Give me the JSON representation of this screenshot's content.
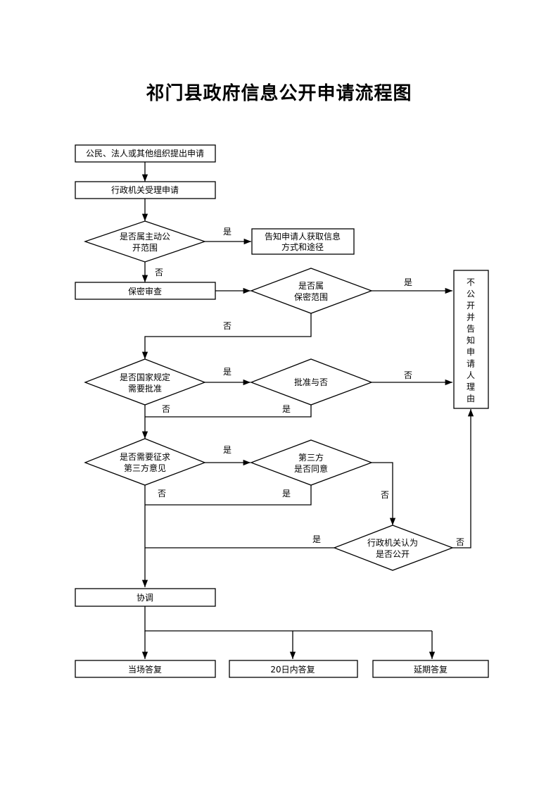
{
  "title": "祁门县政府信息公开申请流程图",
  "nodes": {
    "submit": "公民、法人或其他组织提出申请",
    "accept": "行政机关受理申请",
    "active_disclosure": [
      "是否属主动公",
      "开范围"
    ],
    "inform_channel": [
      "告知申请人获取信息",
      "方式和途径"
    ],
    "secrecy_review": "保密审查",
    "secret_scope": [
      "是否属",
      "保密范围"
    ],
    "not_disclose": [
      "不",
      "公",
      "开",
      "并",
      "告",
      "知",
      "申",
      "请",
      "人",
      "理",
      "由"
    ],
    "state_approval": [
      "是否国家规定",
      "需要批准"
    ],
    "approve": "批准与否",
    "third_party_opinion": [
      "是否需要征求",
      "第三方意见"
    ],
    "third_party_agree": [
      "第三方",
      "是否同意"
    ],
    "agency_decision": [
      "行政机关认为",
      "是否公开"
    ],
    "coordinate": "协调",
    "answer_now": "当场答复",
    "answer_20days": "20日内答复",
    "answer_extended": "延期答复"
  },
  "edge_labels": {
    "yes": "是",
    "no": "否"
  }
}
